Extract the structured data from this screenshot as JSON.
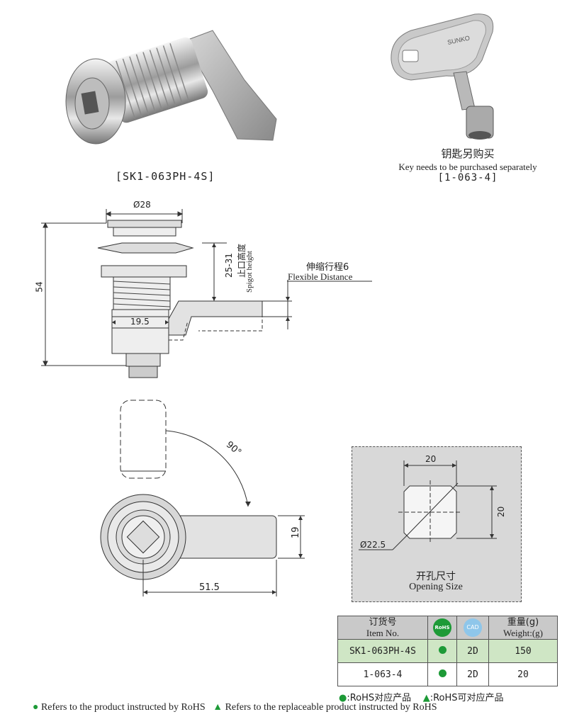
{
  "product": {
    "label": "[SK1-063PH-4S]"
  },
  "key": {
    "cn": "钥匙另购买",
    "en": "Key needs to be purchased separately",
    "code": "[1-063-4]",
    "brand": "SUNKO"
  },
  "side_view": {
    "dim_diameter": "Ø28",
    "dim_height": "54",
    "dim_width": "19.5",
    "spigot_range": "25-31",
    "spigot_cn": "止口高度",
    "spigot_en": "Spigot height",
    "flex_cn": "伸缩行程6",
    "flex_en": "Flexible Distance"
  },
  "front_view": {
    "angle": "90°",
    "dim_length": "51.5",
    "dim_width": "19"
  },
  "opening": {
    "dim_top": "20",
    "dim_right": "20",
    "dim_diameter": "Ø22.5",
    "title_cn": "开孔尺寸",
    "title_en": "Opening Size"
  },
  "table": {
    "headers": {
      "item_cn": "订货号",
      "item_en": "Item No.",
      "rohs_icon": "RoHS",
      "cad_icon": "CAD",
      "weight_cn": "重量(g)",
      "weight_en": "Weight:(g)"
    },
    "rows": [
      {
        "item": "SK1-063PH-4S",
        "cad": "2D",
        "weight": "150"
      },
      {
        "item": "1-063-4",
        "cad": "2D",
        "weight": "20"
      }
    ]
  },
  "legend": {
    "line1_a": ":RoHS对应产品",
    "line1_b": ":RoHS可对应产品",
    "line2_a": "Refers to the product instructed by RoHS",
    "line2_b": "Refers to the replaceable product instructed by RoHS"
  },
  "colors": {
    "rohs_green": "#1d9a37",
    "row_highlight": "#cfe6c5",
    "header_gray": "#c9c9c9",
    "opening_bg": "#d8d8d8",
    "cad_blue": "#8ec6ea"
  }
}
